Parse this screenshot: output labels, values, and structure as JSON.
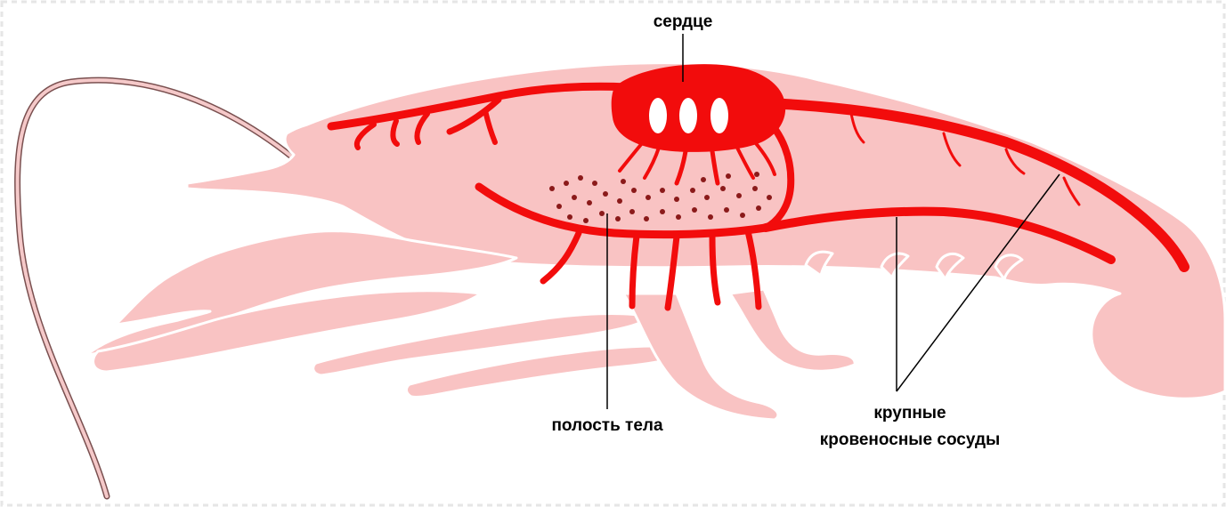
{
  "labels": {
    "heart": "сердце",
    "body_cavity": "полость тела",
    "vessels_line1": "крупные",
    "vessels_line2": "кровеносные сосуды"
  },
  "colors": {
    "background": "#ffffff",
    "body": "#f9c3c3",
    "body_outline": "#ffffff",
    "vessels": "#f20c0c",
    "heart_openings": "#ffffff",
    "cavity_dots": "#8b1a1a",
    "leader_lines": "#000000",
    "antenna": "#f5c9c9",
    "frame": "#e9e9e9"
  }
}
